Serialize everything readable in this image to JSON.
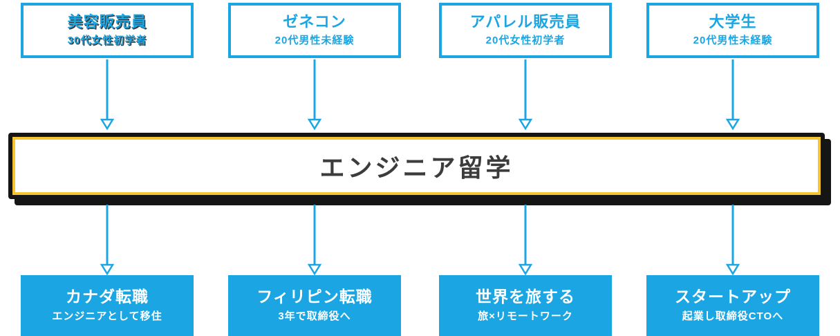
{
  "colors": {
    "blue": "#1ba6e3",
    "yellow": "#f5c431",
    "ink": "#151515",
    "banner-text": "#3c3c3c"
  },
  "top_boxes": [
    {
      "title": "美容販売員",
      "subtitle": "30代女性初学者"
    },
    {
      "title": "ゼネコン",
      "subtitle": "20代男性未経験"
    },
    {
      "title": "アパレル販売員",
      "subtitle": "20代女性初学者"
    },
    {
      "title": "大学生",
      "subtitle": "20代男性未経験"
    }
  ],
  "banner": {
    "title": "エンジニア留学"
  },
  "bottom_boxes": [
    {
      "title": "カナダ転職",
      "subtitle": "エンジニアとして移住"
    },
    {
      "title": "フィリピン転職",
      "subtitle": "3年で取締役へ"
    },
    {
      "title": "世界を旅する",
      "subtitle": "旅×リモートワーク"
    },
    {
      "title": "スタートアップ",
      "subtitle": "起業し取締役CTOへ"
    }
  ]
}
